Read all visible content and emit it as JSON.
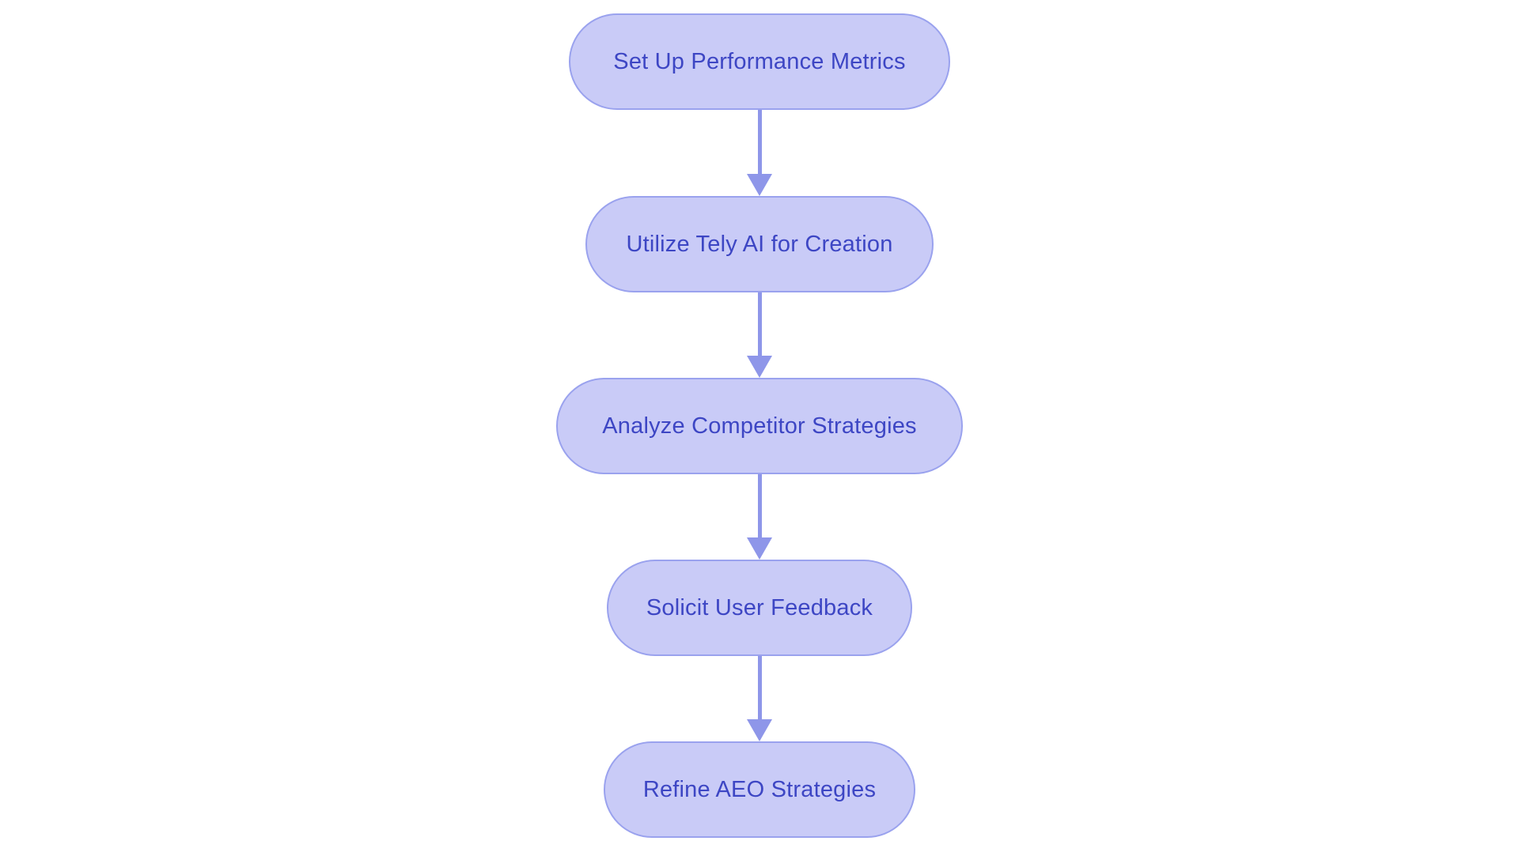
{
  "colors": {
    "bg": "#ffffff",
    "node_fill": "#c9cbf7",
    "node_border": "#9aa2ee",
    "arrow": "#8e96e9",
    "text": "#3d46c4"
  },
  "flowchart": {
    "type": "vertical-flowchart",
    "nodes": [
      {
        "id": 1,
        "label": "Set Up Performance Metrics"
      },
      {
        "id": 2,
        "label": "Utilize Tely AI for Creation"
      },
      {
        "id": 3,
        "label": "Analyze Competitor Strategies"
      },
      {
        "id": 4,
        "label": "Solicit User Feedback"
      },
      {
        "id": 5,
        "label": "Refine AEO Strategies"
      }
    ],
    "edges": [
      {
        "from": 1,
        "to": 2
      },
      {
        "from": 2,
        "to": 3
      },
      {
        "from": 3,
        "to": 4
      },
      {
        "from": 4,
        "to": 5
      }
    ]
  }
}
